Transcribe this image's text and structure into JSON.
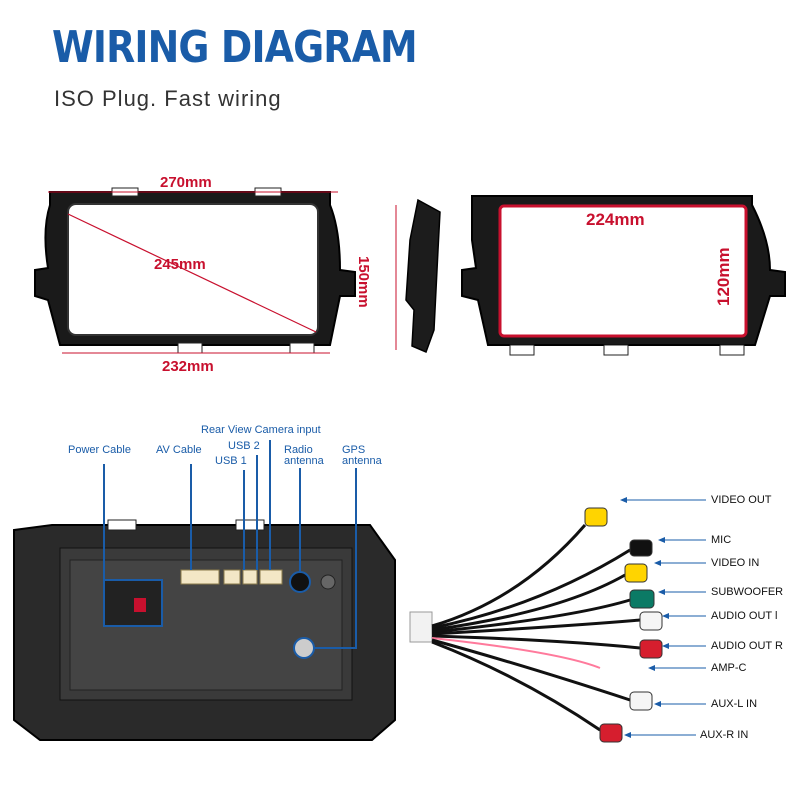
{
  "header": {
    "title": "WIRING DIAGRAM",
    "subtitle": "ISO Plug. Fast wiring"
  },
  "dimensions": {
    "top_width": "270mm",
    "diagonal": "245mm",
    "bottom_width": "232mm",
    "height": "150mm",
    "screen_width": "224mm",
    "screen_height": "120mm"
  },
  "ports": {
    "power_cable": "Power Cable",
    "av_cable": "AV Cable",
    "rear_camera": "Rear View Camera input",
    "usb2": "USB 2",
    "usb1": "USB 1",
    "radio_antenna_1": "Radio",
    "radio_antenna_2": "antenna",
    "gps_antenna_1": "GPS",
    "gps_antenna_2": "antenna"
  },
  "cables": [
    "VIDEO OUT",
    "MIC",
    "VIDEO IN",
    "SUBWOOFER",
    "AUDIO OUT l",
    "AUDIO OUT R",
    "AMP-C",
    "AUX-L IN",
    "AUX-R IN"
  ],
  "colors": {
    "title": "#1a5ca8",
    "dimension": "#c8102e",
    "callout": "#1a5ca8"
  }
}
